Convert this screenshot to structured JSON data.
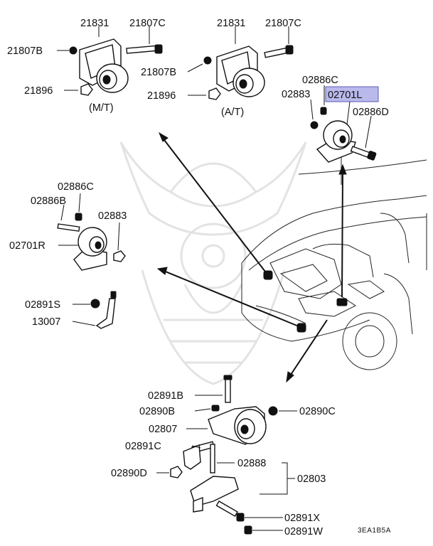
{
  "labels": {
    "mt_21831": "21831",
    "mt_21807c": "21807C",
    "mt_21807b": "21807B",
    "mt_21896": "21896",
    "mt_caption": "(M/T)",
    "at_21831": "21831",
    "at_21807c": "21807C",
    "at_21807b": "21807B",
    "at_21896": "21896",
    "at_caption": "(A/T)",
    "r_02886c": "02886C",
    "r_02883": "02883",
    "r_02701l": "02701L",
    "r_02886d": "02886D",
    "l_02886c": "02886C",
    "l_02886b": "02886B",
    "l_02883": "02883",
    "l_02701r": "02701R",
    "s_02891s": "02891S",
    "s_13007": "13007",
    "b_02891b": "02891B",
    "b_02890b": "02890B",
    "b_02890c": "02890C",
    "b_02807": "02807",
    "b_02891c": "02891C",
    "b_02888": "02888",
    "b_02803": "02803",
    "b_02890d": "02890D",
    "b_02891x": "02891X",
    "b_02891w": "02891W",
    "code": "3EA1B5A"
  },
  "colors": {
    "highlight_fill": "#b9b9ec",
    "highlight_stroke": "#5b5bb5",
    "ink": "#111111",
    "watermark": "#e3e3e3"
  },
  "highlighted_part": "02701L"
}
